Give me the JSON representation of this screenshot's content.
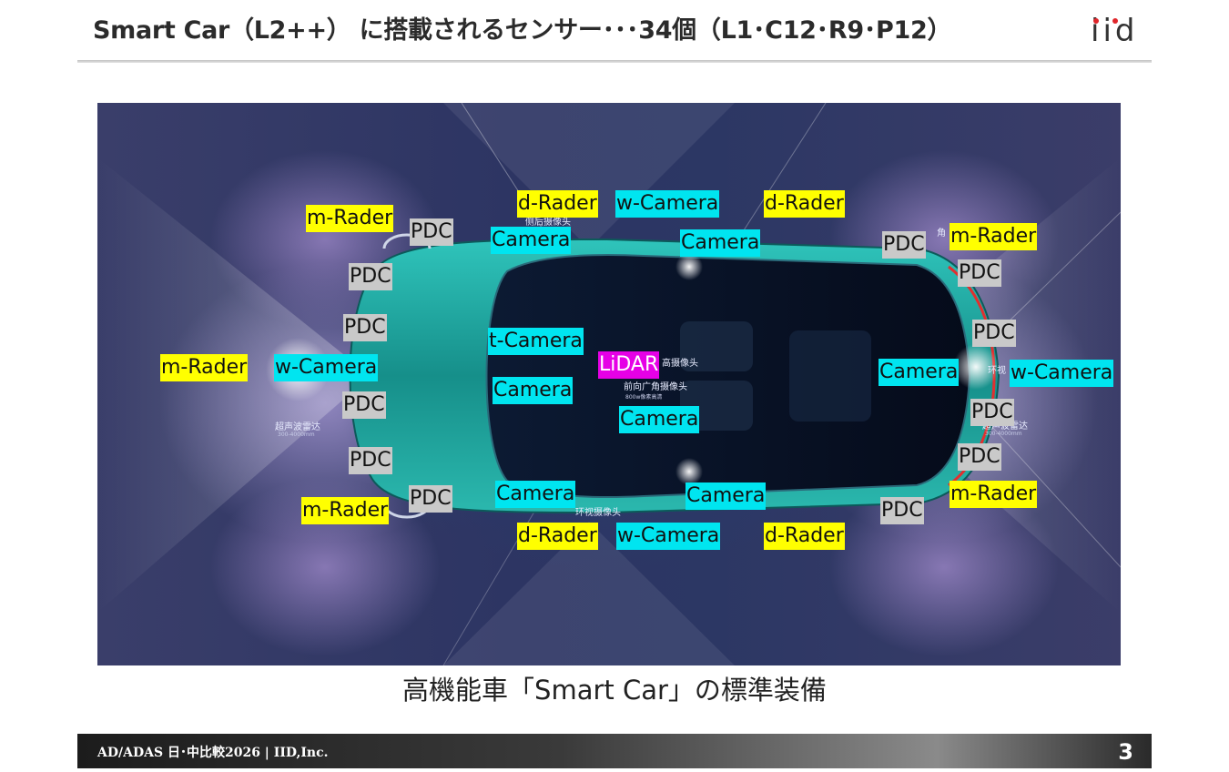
{
  "slide": {
    "title": "Smart Car（L2++） に搭載されるセンサー･･･34個（L1･C12･R9･P12）",
    "logo": "iid",
    "caption": "高機能車「Smart Car」の標準装備",
    "footer": "AD/ADAS 日･中比較2026 | IID,Inc.",
    "page_number": "3"
  },
  "figure": {
    "labels": {
      "m_rader_front_top": "m-Rader",
      "pdc_front_top": "PDC",
      "pdc_front_upper": "PDC",
      "pdc_front_mid_upper": "PDC",
      "m_rader_front": "m-Rader",
      "w_camera_front": "w-Camera",
      "pdc_front_mid_lower": "PDC",
      "pdc_front_lower": "PDC",
      "m_rader_front_bottom": "m-Rader",
      "pdc_front_bottom": "PDC",
      "d_rader_top_left": "d-Rader",
      "w_camera_top": "w-Camera",
      "d_rader_top_right": "d-Rader",
      "camera_top_left": "Camera",
      "camera_top_right": "Camera",
      "t_camera": "t-Camera",
      "lidar": "LiDAR",
      "camera_inner_left": "Camera",
      "camera_inner_center": "Camera",
      "camera_rear": "Camera",
      "w_camera_rear": "w-Camera",
      "camera_bottom_left": "Camera",
      "camera_bottom_right": "Camera",
      "d_rader_bottom_left": "d-Rader",
      "w_camera_bottom": "w-Camera",
      "d_rader_bottom_right": "d-Rader",
      "pdc_rear_top": "PDC",
      "m_rader_rear_top": "m-Rader",
      "pdc_rear_upper": "PDC",
      "pdc_rear_mid_upper": "PDC",
      "pdc_rear_mid_lower": "PDC",
      "pdc_rear_lower": "PDC",
      "m_rader_rear_bottom": "m-Rader",
      "pdc_rear_bottom": "PDC"
    },
    "chinese_annotations": {
      "side_camera_top": "侧后摄像头",
      "high_camera": "高摄像头",
      "front_wide_camera": "前向广角摄像头",
      "front_wide_camera_sub": "800w像素高清",
      "ultrasonic_radar": "超声波雷达",
      "ultrasonic_radar_sub": "300-4000mm",
      "surround_camera_bottom": "环视摄像头",
      "corner_radar": "角",
      "surround_rear": "环视",
      "rear_ultrasonic": "超声波雷达",
      "rear_ultrasonic_sub": "300-4000mm"
    },
    "colors": {
      "long_range_radar_tag": "#ffff00",
      "camera_tag": "#00e5f0",
      "pdc_tag": "#c9c9c9",
      "lidar_tag": "#e600e6",
      "car_body": "#1fa7a0",
      "background": "#2c3764"
    }
  }
}
